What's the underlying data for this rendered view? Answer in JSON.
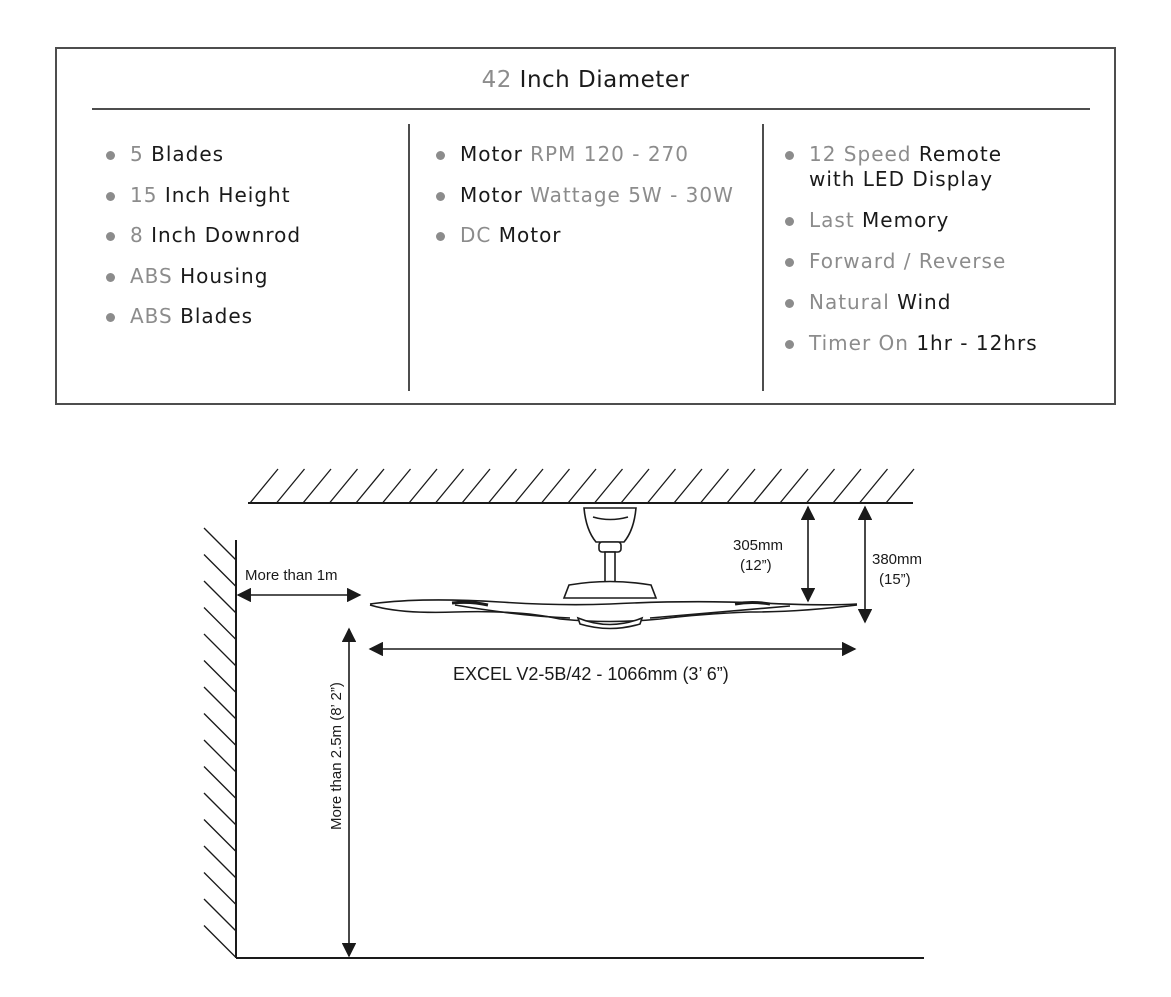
{
  "spec": {
    "title": {
      "number": "42",
      "text": "Inch Diameter"
    },
    "columns": [
      [
        [
          {
            "t": "5",
            "s": "lt"
          },
          {
            "t": "Blades",
            "s": "dk"
          }
        ],
        [
          {
            "t": "15",
            "s": "lt"
          },
          {
            "t": "Inch Height",
            "s": "dk"
          }
        ],
        [
          {
            "t": "8",
            "s": "lt"
          },
          {
            "t": "Inch Downrod",
            "s": "dk"
          }
        ],
        [
          {
            "t": "ABS",
            "s": "lt"
          },
          {
            "t": "Housing",
            "s": "dk"
          }
        ],
        [
          {
            "t": "ABS",
            "s": "lt"
          },
          {
            "t": "Blades",
            "s": "dk"
          }
        ]
      ],
      [
        [
          {
            "t": "Motor",
            "s": "dk"
          },
          {
            "t": "RPM 120 - 270",
            "s": "lt"
          }
        ],
        [
          {
            "t": "Motor",
            "s": "dk"
          },
          {
            "t": "Wattage 5W - 30W",
            "s": "lt"
          }
        ],
        [
          {
            "t": "DC",
            "s": "lt"
          },
          {
            "t": "Motor",
            "s": "dk"
          }
        ]
      ],
      [
        [
          {
            "t": "12 Speed",
            "s": "lt"
          },
          {
            "t": "Remote",
            "s": "dk"
          },
          {
            "t": "with LED Display",
            "s": "dk",
            "br": true
          }
        ],
        [
          {
            "t": "Last",
            "s": "lt"
          },
          {
            "t": "Memory",
            "s": "dk"
          }
        ],
        [
          {
            "t": "Forward / Reverse",
            "s": "lt"
          }
        ],
        [
          {
            "t": "Natural",
            "s": "lt"
          },
          {
            "t": "Wind",
            "s": "dk"
          }
        ],
        [
          {
            "t": "Timer On",
            "s": "lt"
          },
          {
            "t": "1hr - 12hrs",
            "s": "dk"
          }
        ]
      ]
    ]
  },
  "diagram": {
    "wall_clearance": "More than 1m",
    "floor_clearance": "More than 2.5m (8’ 2”)",
    "downrod_mm": "305mm",
    "downrod_in": "(12”)",
    "height_mm": "380mm",
    "height_in": "(15”)",
    "model_span": "EXCEL V2-5B/42 - 1066mm (3’ 6”)"
  },
  "colors": {
    "line": "#4d4d4d",
    "muted": "#8c8c8c",
    "ink": "#1a1a1a"
  }
}
